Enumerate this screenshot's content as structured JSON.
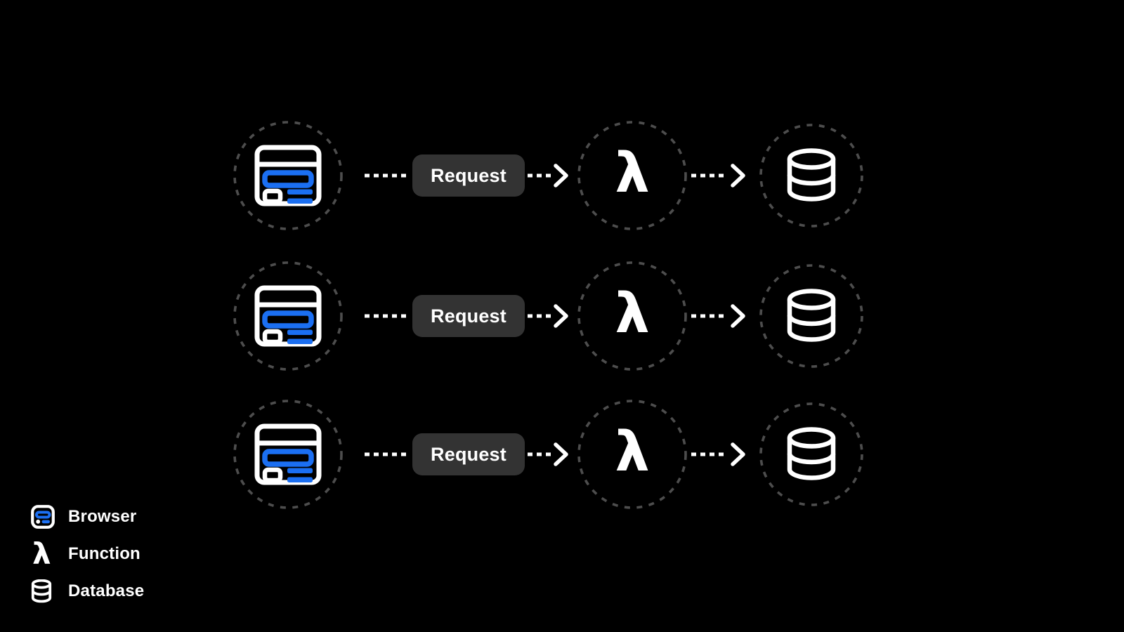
{
  "colors": {
    "background": "#000000",
    "accent_blue": "#1b6ff2",
    "ring_gray": "#4d4d4d",
    "button_bg": "#333333",
    "text_white": "#ffffff"
  },
  "diagram": {
    "lambda_glyph": "λ",
    "rows": [
      {
        "request_label": "Request"
      },
      {
        "request_label": "Request"
      },
      {
        "request_label": "Request"
      }
    ]
  },
  "legend": {
    "items": [
      {
        "icon": "browser-icon",
        "label": "Browser"
      },
      {
        "icon": "lambda-icon",
        "label": "Function"
      },
      {
        "icon": "database-icon",
        "label": "Database"
      }
    ]
  }
}
